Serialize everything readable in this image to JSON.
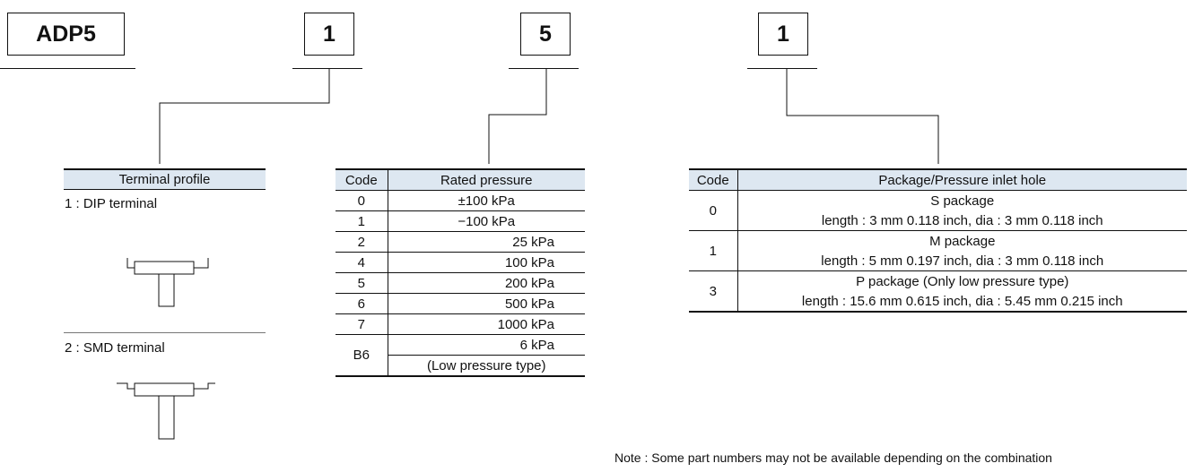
{
  "model_code": {
    "prefix": "ADP5",
    "terminal_digit": "1",
    "pressure_digit": "5",
    "package_digit": "1"
  },
  "terminal_profile": {
    "header": "Terminal profile",
    "options": [
      {
        "label": "1 : DIP terminal"
      },
      {
        "label": "2 : SMD terminal"
      }
    ]
  },
  "rated_pressure_table": {
    "headers": [
      "Code",
      "Rated pressure"
    ],
    "rows": [
      {
        "code": "0",
        "value": "±100 kPa"
      },
      {
        "code": "1",
        "value": "−100 kPa"
      },
      {
        "code": "2",
        "value": "25 kPa"
      },
      {
        "code": "4",
        "value": "100 kPa"
      },
      {
        "code": "5",
        "value": "200 kPa"
      },
      {
        "code": "6",
        "value": "500 kPa"
      },
      {
        "code": "7",
        "value": "1000 kPa"
      },
      {
        "code": "B6",
        "value": "6 kPa",
        "note": "(Low pressure type)"
      }
    ]
  },
  "package_table": {
    "headers": [
      "Code",
      "Package/Pressure inlet hole"
    ],
    "rows": [
      {
        "code": "0",
        "name": "S package",
        "dims": "length : 3 mm 0.118 inch, dia : 3 mm 0.118 inch"
      },
      {
        "code": "1",
        "name": "M package",
        "dims": "length : 5 mm 0.197 inch, dia : 3 mm 0.118 inch"
      },
      {
        "code": "3",
        "name": "P package (Only low pressure type)",
        "dims": "length : 15.6 mm 0.615 inch, dia : 5.45 mm 0.215 inch"
      }
    ]
  },
  "footnote": "Note : Some part numbers may not be available depending on the  combination"
}
